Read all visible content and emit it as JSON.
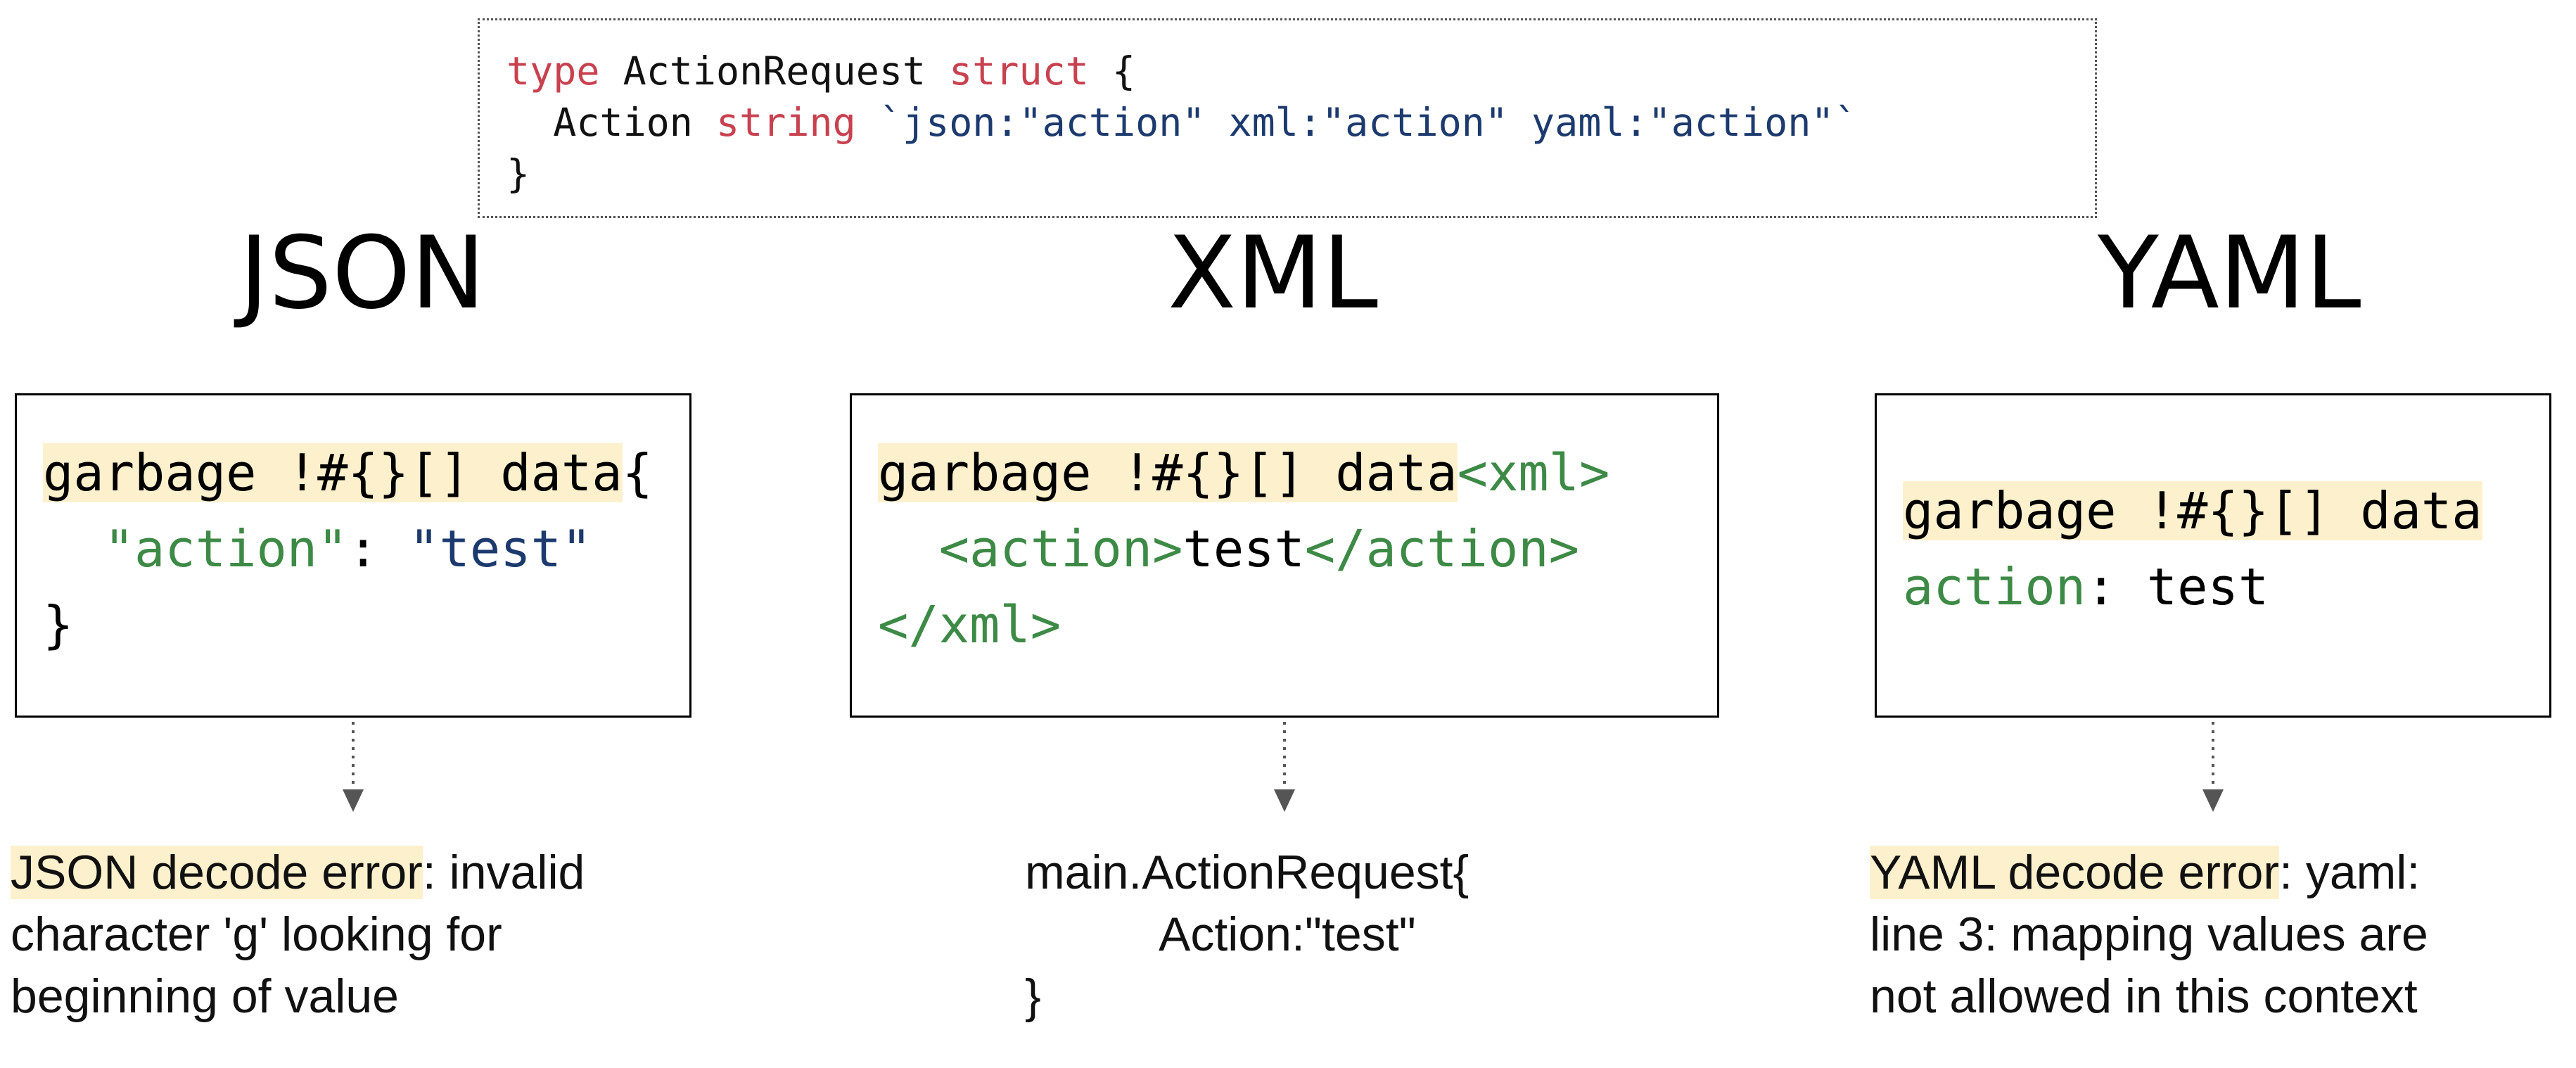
{
  "struct": {
    "kw_type": "type",
    "type_name": "ActionRequest",
    "kw_struct": "struct",
    "brace_open": "{",
    "field_name": "Action",
    "field_type": "string",
    "tags": "`json:\"action\" xml:\"action\" yaml:\"action\"`",
    "brace_close": "}"
  },
  "json": {
    "title": "JSON",
    "garbage": "garbage !#{}[] data",
    "brace_open": "{",
    "key": "\"action\"",
    "colon": ": ",
    "value": "\"test\"",
    "brace_close": "}",
    "error_highlight": "JSON decode error",
    "error_line1_rest": ": invalid",
    "error_line2": "character 'g' looking for",
    "error_line3": "beginning of value"
  },
  "xml": {
    "title": "XML",
    "garbage": "garbage !#{}[] data",
    "open_xml": "<xml>",
    "open_action": "<action>",
    "value": "test",
    "close_action": "</action>",
    "close_xml": "</xml>",
    "result_line1": "main.ActionRequest{",
    "result_line2": "Action:\"test\"",
    "result_line3": "}"
  },
  "yaml": {
    "title": "YAML",
    "garbage": "garbage !#{}[] data",
    "key": "action",
    "colon": ": ",
    "value": "test",
    "error_highlight": "YAML decode error",
    "error_line1_rest": ": yaml:",
    "error_line2": "line 3: mapping values are",
    "error_line3": "not allowed in this context"
  },
  "colors": {
    "keyword": "#c8414f",
    "tag_string": "#1c3a6e",
    "xml_tag": "#3d8a46",
    "highlight": "#fdf0cc",
    "arrow": "#555555"
  }
}
